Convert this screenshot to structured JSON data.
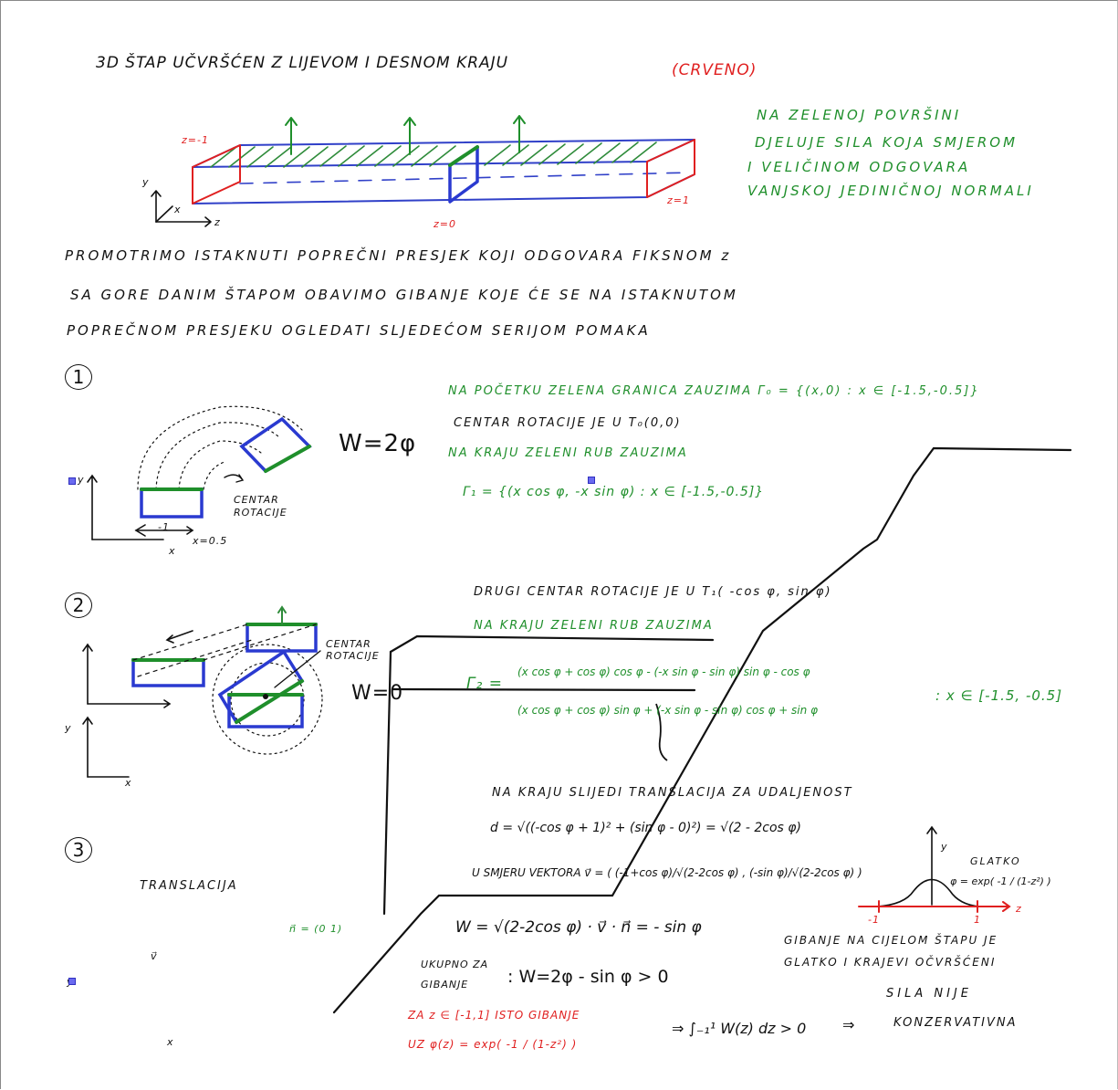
{
  "header": {
    "title": "3D ŠTAP UČVRŠĆEN Z LIJEVOM I DESNOM KRAJU",
    "title_note": "(CRVENO)"
  },
  "force_note": [
    "NA ZELENOJ POVRŠINI",
    "DJELUJE SILA KOJA SMJEROM",
    "I VELIČINOM ODGOVARA",
    "VANJSKOJ JEDINIČNOJ NORMALI"
  ],
  "beam": {
    "left_label": "z=-1",
    "right_label": "z=1",
    "mid_label": "z=0",
    "axis_y": "y",
    "axis_x": "x",
    "axis_z": "z"
  },
  "intro": [
    "PROMOTRIMO ISTAKNUTI POPREČNI PRESJEK KOJI ODGOVARA FIKSNOM z",
    "SA GORE DANIM ŠTAPOM OBAVIMO GIBANJE KOJE ĆE SE NA ISTAKNUTOM",
    "POPREČNOM PRESJEKU OGLEDATI SLJEDEĆOM SERIJOM POMAKA"
  ],
  "step1": {
    "number": "1",
    "work": "W=2φ",
    "center_label": "CENTAR ROTACIJE",
    "axis_y": "y",
    "axis_x": "x",
    "x_mark": "-1",
    "x_mark2": "x=0.5",
    "lines": [
      "NA POČETKU ZELENA GRANICA ZAUZIMA Γ₀ = {(x,0) : x ∈ [-1.5,-0.5]}",
      "CENTAR ROTACIJE JE U T₀(0,0)",
      "NA KRAJU ZELENI RUB ZAUZIMA",
      "Γ₁ = {(x cos φ, -x sin φ) : x ∈ [-1.5,-0.5]}"
    ]
  },
  "step2": {
    "number": "2",
    "work": "W=0",
    "center_label": "CENTAR ROTACIJE",
    "axis_y": "y",
    "axis_x": "x",
    "lines": [
      "DRUGI CENTAR ROTACIJE JE U T₁( -cos φ, sin φ)",
      "NA KRAJU ZELENI RUB ZAUZIMA"
    ],
    "gamma_label": "Γ₂ =",
    "gamma_row1": "(x cos φ + cos φ) cos φ - (-x sin φ - sin φ) sin φ - cos φ",
    "gamma_row2": "(x cos φ + cos φ) sin φ + (-x sin φ - sin φ) cos φ + sin φ",
    "gamma_domain": ": x ∈ [-1.5, -0.5]"
  },
  "step3": {
    "number": "3",
    "title": "TRANSLACIJA",
    "axis_y": "y",
    "axis_x": "x",
    "v_label": "v⃗",
    "n_label": "n⃗ = (0 1)",
    "lines": [
      "NA KRAJU SLIJEDI TRANSLACIJA ZA UDALJENOST",
      "d = √((-cos φ + 1)² + (sin φ - 0)²) = √(2 - 2cos φ)",
      "U SMJERU VEKTORA v⃗ = ( (-1+cos φ)/√(2-2cos φ) , (-sin φ)/√(2-2cos φ) )"
    ],
    "work_line": "W = √(2-2cos φ) · v⃗ · n⃗ = - sin φ",
    "total_label": "UKUPNO ZA GIBANJE",
    "total_value": ": W=2φ - sin φ > 0",
    "red_lines": [
      "ZA z ∈ [-1,1] ISTO GIBANJE",
      "UZ φ(z) = exp( -1 / (1-z²) )"
    ],
    "integral": "⇒ ∫₋₁¹ W(z) dz > 0",
    "conclusion_arrow": "⇒",
    "conclusion": "KONZERVATIVNA"
  },
  "smooth_panel": {
    "title": "GLATKO",
    "formula": "φ = exp( -1 / (1-z²) )",
    "axis_y": "y",
    "axis_z": "z",
    "left_tick": "-1",
    "right_tick": "1",
    "note_line1": "GIBANJE NA CIJELOM ŠTAPU JE",
    "note_line2": "GLATKO I KRAJEVI OČVRŠĆENI",
    "force_line1": "SILA NIJE"
  }
}
